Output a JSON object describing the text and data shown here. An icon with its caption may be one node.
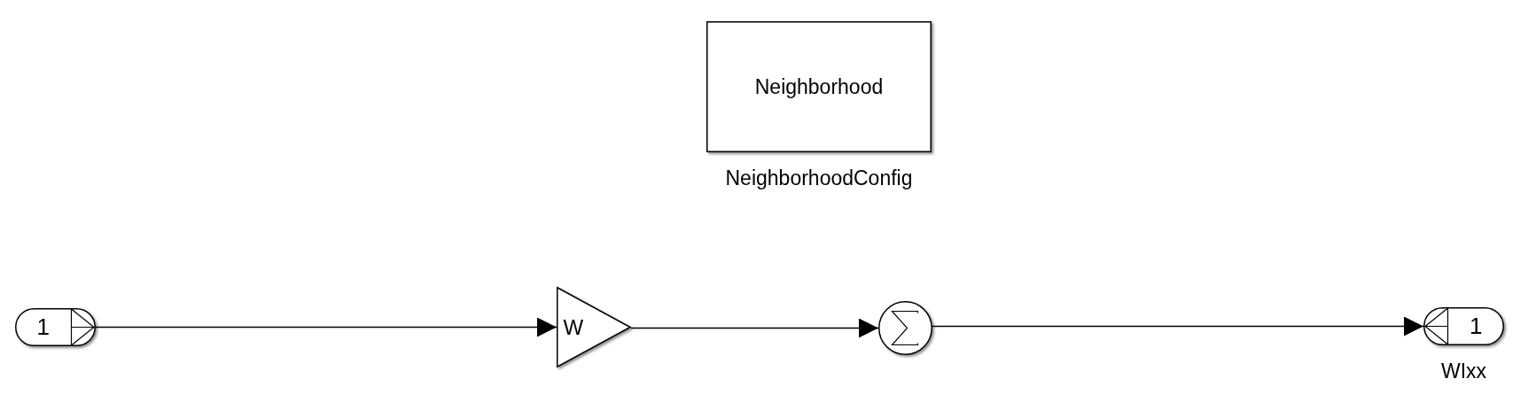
{
  "diagram": {
    "nodes": [
      {
        "text": [
          "Neighborhood"
        ],
        "beside": [
          "NeighborhoodConfig"
        ]
      },
      {
        "text": [
          "1"
        ]
      },
      {
        "text": [
          "W"
        ]
      },
      {
        "text": [],
        "shape": "circle"
      },
      {
        "text": [
          "1"
        ],
        "beside": [
          "WIxx"
        ]
      }
    ],
    "edges": [
      {
        "from": 1,
        "to": 2,
        "arrow": "to"
      },
      {
        "from": 2,
        "to": 3,
        "arrow": "to"
      },
      {
        "from": 3,
        "to": 4,
        "arrow": "to"
      }
    ]
  }
}
